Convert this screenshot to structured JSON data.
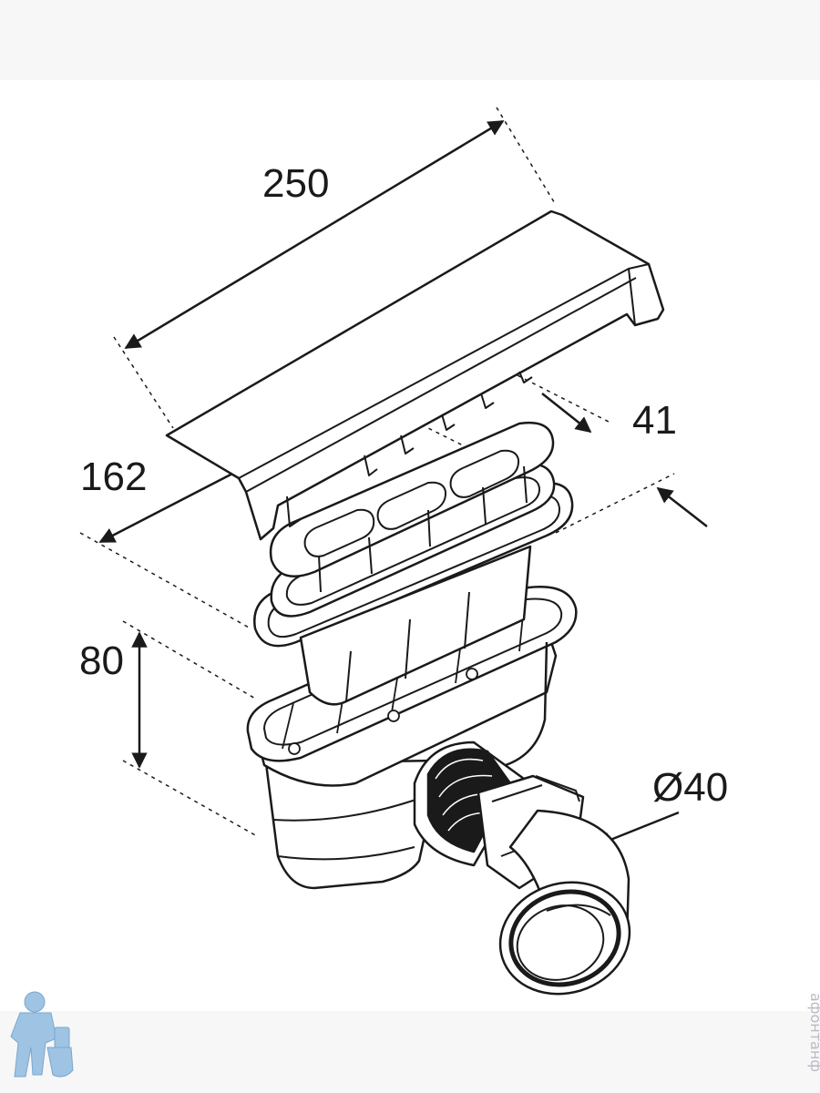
{
  "dimensions": {
    "length": "250",
    "depth": "41",
    "width": "162",
    "height": "80",
    "outlet_diameter": "Ø40"
  },
  "watermark": {
    "text": "афонтанф",
    "color": "#b7bcc2"
  },
  "colors": {
    "line": "#1a1a1a",
    "background": "#ffffff",
    "band": "#f7f7f7",
    "mascot": "#9fc3e3"
  }
}
